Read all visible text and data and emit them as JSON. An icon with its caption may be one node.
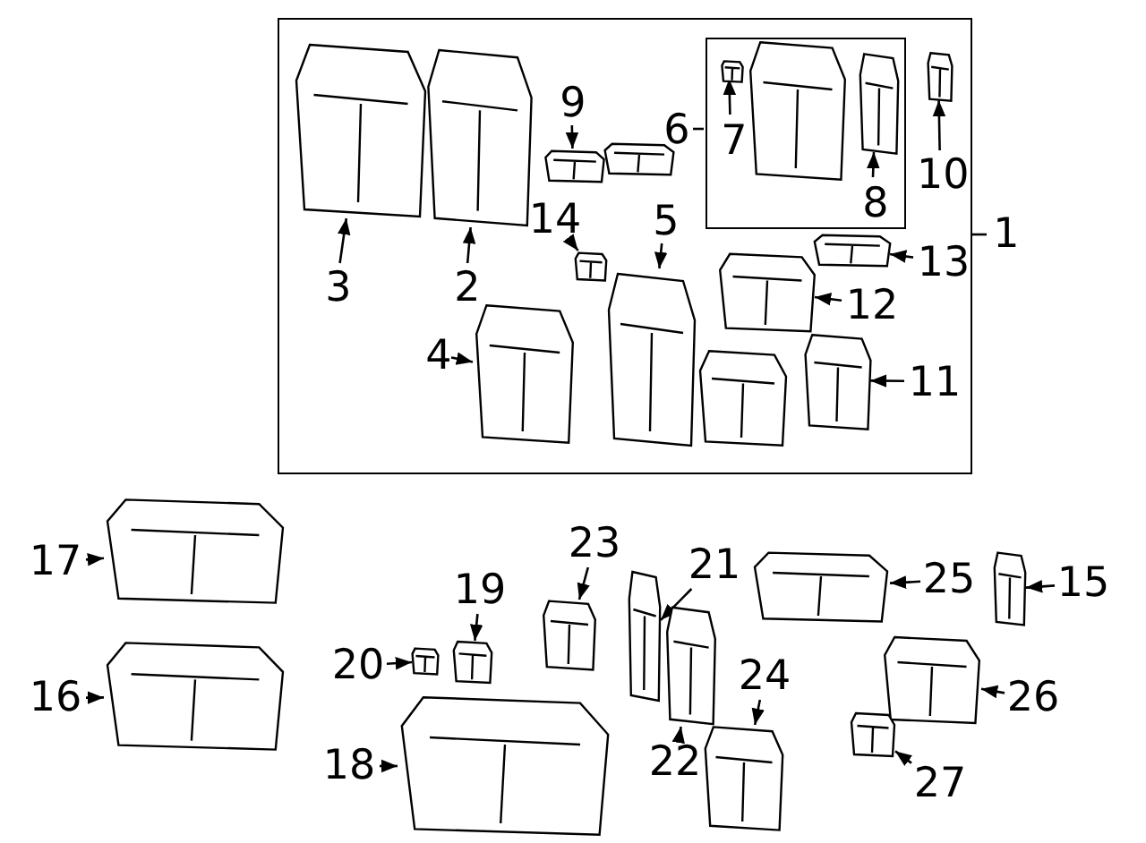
{
  "diagram": {
    "nodes": [
      {
        "text": [],
        "shape": "box"
      },
      {
        "text": [
          "1"
        ]
      },
      {
        "text": [],
        "shape": "box",
        "in": 0
      },
      {
        "text": [
          "6"
        ],
        "in": 0
      },
      {
        "text": [
          "7"
        ],
        "in": 2
      },
      {
        "text": [],
        "shape": "picture",
        "in": 2
      },
      {
        "text": [
          "8"
        ],
        "in": 2
      },
      {
        "text": [],
        "shape": "picture",
        "in": 2
      },
      {
        "text": [
          "3"
        ],
        "in": 0
      },
      {
        "text": [],
        "shape": "picture",
        "in": 0
      },
      {
        "text": [
          "2"
        ],
        "in": 0
      },
      {
        "text": [],
        "shape": "picture",
        "in": 0
      },
      {
        "text": [
          "9"
        ],
        "in": 0
      },
      {
        "text": [],
        "shape": "picture",
        "in": 0
      },
      {
        "text": [
          "14"
        ],
        "in": 0
      },
      {
        "text": [],
        "shape": "picture",
        "in": 0
      },
      {
        "text": [
          "10"
        ],
        "in": 0
      },
      {
        "text": [],
        "shape": "picture",
        "in": 0
      },
      {
        "text": [
          "5"
        ],
        "in": 0
      },
      {
        "text": [],
        "shape": "picture",
        "in": 0
      },
      {
        "text": [
          "13"
        ],
        "in": 0
      },
      {
        "text": [],
        "shape": "picture",
        "in": 0
      },
      {
        "text": [
          "12"
        ],
        "in": 0
      },
      {
        "text": [],
        "shape": "picture",
        "in": 0
      },
      {
        "text": [
          "4"
        ],
        "in": 0
      },
      {
        "text": [],
        "shape": "picture",
        "in": 0
      },
      {
        "text": [
          "11"
        ],
        "in": 0
      },
      {
        "text": [],
        "shape": "picture",
        "in": 0
      },
      {
        "text": [
          "17"
        ]
      },
      {
        "text": [],
        "shape": "picture"
      },
      {
        "text": [
          "16"
        ]
      },
      {
        "text": [],
        "shape": "picture"
      },
      {
        "text": [
          "19"
        ]
      },
      {
        "text": [],
        "shape": "picture"
      },
      {
        "text": [
          "20"
        ]
      },
      {
        "text": [],
        "shape": "picture"
      },
      {
        "text": [
          "18"
        ]
      },
      {
        "text": [],
        "shape": "picture"
      },
      {
        "text": [
          "23"
        ]
      },
      {
        "text": [],
        "shape": "picture"
      },
      {
        "text": [
          "21"
        ]
      },
      {
        "text": [],
        "shape": "picture"
      },
      {
        "text": [
          "22"
        ]
      },
      {
        "text": [],
        "shape": "picture"
      },
      {
        "text": [
          "24"
        ]
      },
      {
        "text": [],
        "shape": "picture"
      },
      {
        "text": [
          "25"
        ]
      },
      {
        "text": [],
        "shape": "picture"
      },
      {
        "text": [
          "15"
        ]
      },
      {
        "text": [],
        "shape": "picture"
      },
      {
        "text": [
          "26"
        ]
      },
      {
        "text": [],
        "shape": "picture"
      },
      {
        "text": [
          "27"
        ]
      },
      {
        "text": [],
        "shape": "picture"
      }
    ],
    "edges": [
      {
        "from": 1,
        "to": 0,
        "arrow": "none"
      },
      {
        "from": 3,
        "to": 2,
        "arrow": "none"
      },
      {
        "from": 4,
        "to": 5,
        "arrow": "to"
      },
      {
        "from": 6,
        "to": 7,
        "arrow": "to"
      },
      {
        "from": 8,
        "to": 9,
        "arrow": "to"
      },
      {
        "from": 10,
        "to": 11,
        "arrow": "to"
      },
      {
        "from": 12,
        "to": 13,
        "arrow": "to"
      },
      {
        "from": 14,
        "to": 15,
        "arrow": "to"
      },
      {
        "from": 16,
        "to": 17,
        "arrow": "to"
      },
      {
        "from": 18,
        "to": 19,
        "arrow": "to"
      },
      {
        "from": 20,
        "to": 21,
        "arrow": "to"
      },
      {
        "from": 22,
        "to": 23,
        "arrow": "to"
      },
      {
        "from": 24,
        "to": 25,
        "arrow": "to"
      },
      {
        "from": 26,
        "to": 27,
        "arrow": "to"
      },
      {
        "from": 28,
        "to": 29,
        "arrow": "to"
      },
      {
        "from": 30,
        "to": 31,
        "arrow": "to"
      },
      {
        "from": 32,
        "to": 33,
        "arrow": "to"
      },
      {
        "from": 34,
        "to": 35,
        "arrow": "to"
      },
      {
        "from": 36,
        "to": 37,
        "arrow": "to"
      },
      {
        "from": 38,
        "to": 39,
        "arrow": "to"
      },
      {
        "from": 40,
        "to": 41,
        "arrow": "to"
      },
      {
        "from": 42,
        "to": 43,
        "arrow": "to"
      },
      {
        "from": 44,
        "to": 45,
        "arrow": "to"
      },
      {
        "from": 46,
        "to": 47,
        "arrow": "to"
      },
      {
        "from": 48,
        "to": 49,
        "arrow": "to"
      },
      {
        "from": 50,
        "to": 51,
        "arrow": "to"
      },
      {
        "from": 52,
        "to": 53,
        "arrow": "to"
      }
    ]
  }
}
